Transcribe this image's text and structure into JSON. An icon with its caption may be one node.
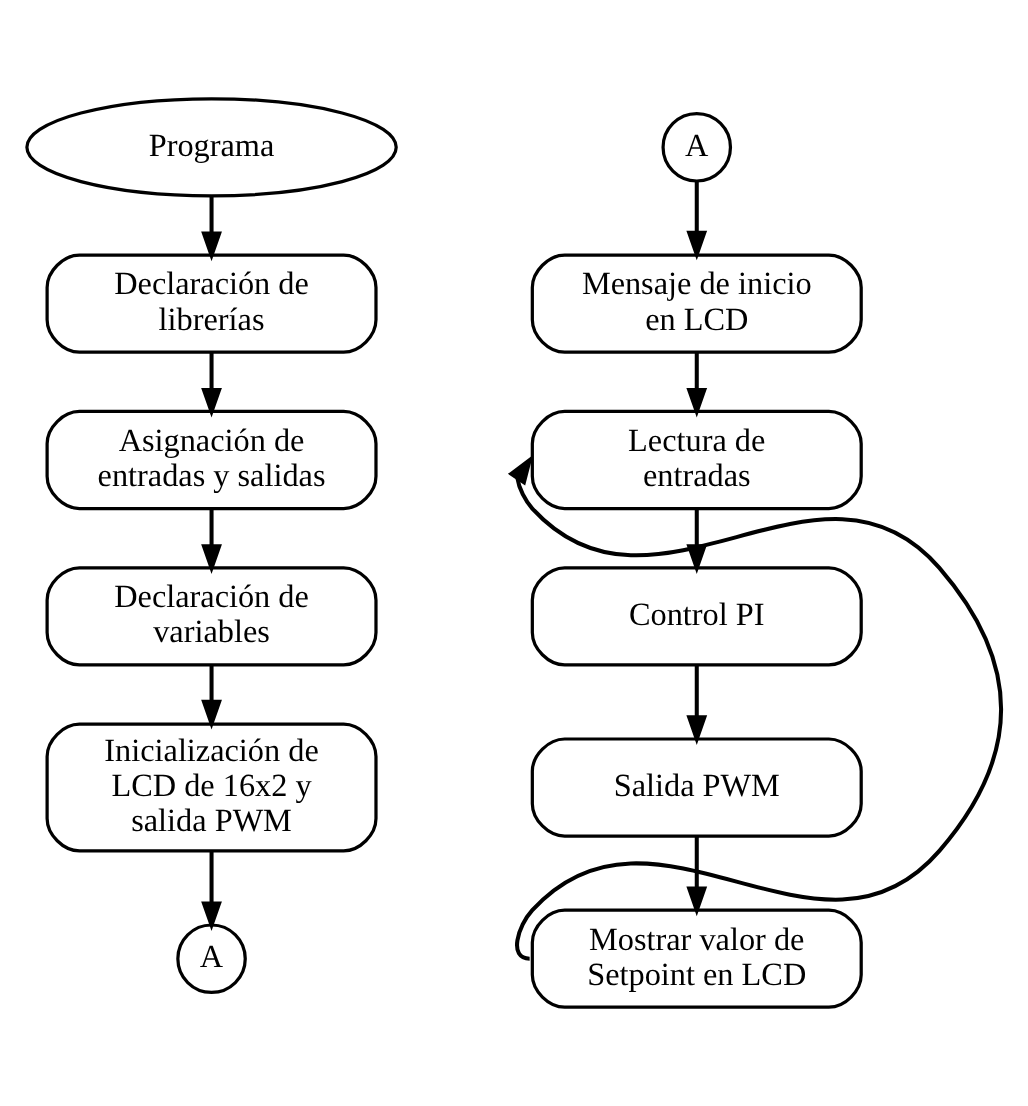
{
  "diagram": {
    "nodes": [
      {
        "text": [
          "Programa"
        ]
      },
      {
        "text": [
          "Declaración de librerías"
        ]
      },
      {
        "text": [
          "Asignación de entradas y salidas"
        ]
      },
      {
        "text": [
          "Declaración de variables"
        ]
      },
      {
        "text": [
          "Inicialización de LCD de 16x2 y salida PWM"
        ]
      },
      {
        "text": [
          "A"
        ]
      },
      {
        "text": [
          "A"
        ]
      },
      {
        "text": [
          "Mensaje de inicio en LCD"
        ]
      },
      {
        "text": [
          "Lectura de entradas"
        ]
      },
      {
        "text": [
          "Control PI"
        ]
      },
      {
        "text": [
          "Salida PWM"
        ]
      },
      {
        "text": [
          "Mostrar valor de Setpoint en LCD"
        ]
      }
    ],
    "edges": [
      {
        "from": 0,
        "to": 1,
        "arrow": "to"
      },
      {
        "from": 1,
        "to": 2,
        "arrow": "to"
      },
      {
        "from": 2,
        "to": 3,
        "arrow": "to"
      },
      {
        "from": 3,
        "to": 4,
        "arrow": "to"
      },
      {
        "from": 4,
        "to": 5,
        "arrow": "to"
      },
      {
        "from": 6,
        "to": 7,
        "arrow": "to"
      },
      {
        "from": 7,
        "to": 8,
        "arrow": "to"
      },
      {
        "from": 8,
        "to": 9,
        "arrow": "to"
      },
      {
        "from": 9,
        "to": 10,
        "arrow": "to"
      },
      {
        "from": 10,
        "to": 11,
        "arrow": "to"
      },
      {
        "from": 11,
        "to": 8,
        "arrow": "to"
      }
    ]
  }
}
